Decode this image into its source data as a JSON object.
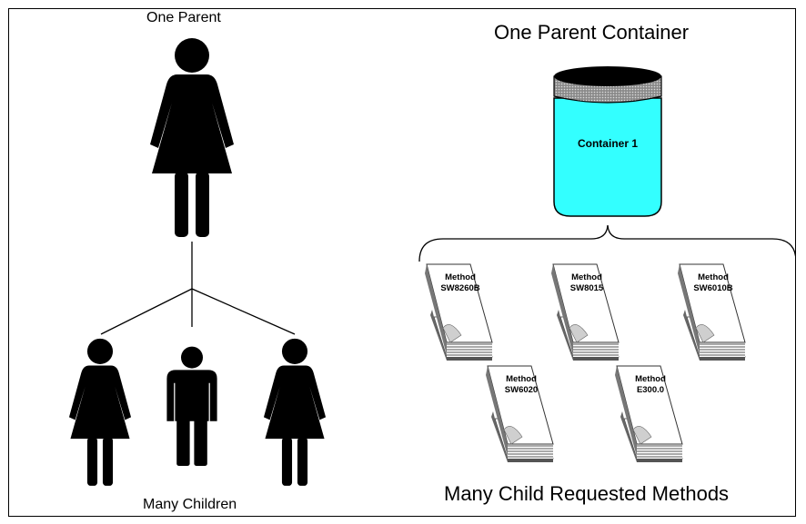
{
  "left": {
    "parent_label": "One Parent",
    "children_label": "Many Children",
    "parent_icon": "woman-icon",
    "children_icons": [
      "woman-icon",
      "man-icon",
      "woman-icon"
    ]
  },
  "right": {
    "parent_label": "One Parent Container",
    "container_label": "Container 1",
    "children_label": "Many Child Requested Methods",
    "methods": [
      {
        "title": "Method",
        "code": "SW8260B"
      },
      {
        "title": "Method",
        "code": "SW8015"
      },
      {
        "title": "Method",
        "code": "SW6010B"
      },
      {
        "title": "Method",
        "code": "SW6020"
      },
      {
        "title": "Method",
        "code": "E300.0"
      }
    ]
  },
  "colors": {
    "container_body": "#33ffff",
    "lid": "#b8b8b8",
    "figures": "#000000",
    "book_cover": "#ffffff"
  }
}
